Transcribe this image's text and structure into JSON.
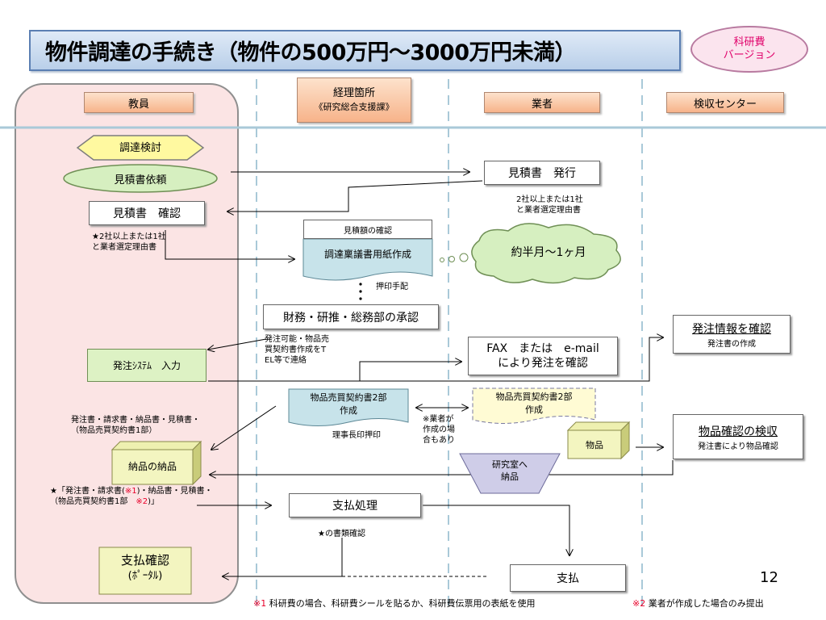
{
  "title": "物件調達の手続き（物件の500万円～3000万円未満）",
  "badge": {
    "line1": "科研費",
    "line2": "バージョン"
  },
  "lanes": {
    "faculty": "教員",
    "accounting_line1": "経理箇所",
    "accounting_line2": "《研究総合支援課》",
    "vendor": "業者",
    "inspection": "検収センター"
  },
  "faculty": {
    "procurement_review": "調達検討",
    "quote_request": "見積書依頼",
    "quote_confirm": "見積書　確認",
    "quote_note_line1": "★2社以上または1社",
    "quote_note_line2": "と業者選定理由書",
    "order_system": "発注ｼｽﾃﾑ　入力",
    "docs_note_line1": "発注書・請求書・納品書・見積書・",
    "docs_note_line2": "（物品売買契約書1部）",
    "delivery": "納品の納品",
    "payment_docs_line1_a": "★「発注書・請求書(",
    "payment_docs_line1_mark": "※1",
    "payment_docs_line1_b": ")・納品書・見積書・",
    "payment_docs_line2_a": "（物品売買契約書1部　",
    "payment_docs_line2_mark": "※2",
    "payment_docs_line2_b": ")」",
    "payment_confirm": "支払確認",
    "payment_confirm_sub": "(ﾎﾟｰﾀﾙ)"
  },
  "accounting": {
    "quote_amount_check": "見積額の確認",
    "approval_form": "調達稟議書用紙作成",
    "seal_arrange": "押印手配",
    "dept_approval": "財務・研推・総務部の承認",
    "notify_line1": "発注可能・物品売",
    "notify_line2": "買契約書作成をT",
    "notify_line3": "EL等で連絡",
    "contract_line1": "物品売買契約書2部",
    "contract_line2": "作成",
    "director_seal": "理事長印押印",
    "payment_process": "支払処理",
    "doc_check": "★の書類確認"
  },
  "vendor": {
    "quote_issue": "見積書　発行",
    "quote_issue_note_line1": "2社以上または1社",
    "quote_issue_note_line2": "と業者選定理由書",
    "fax_line1": "FAX　または　e-mail",
    "fax_line2": "により発注を確認",
    "contract_line1": "物品売買契約書2部",
    "contract_line2": "作成",
    "vendor_note_line1": "※業者が",
    "vendor_note_line2": "作成の場",
    "vendor_note_line3": "合もあり",
    "goods": "物品",
    "lab_line1": "研究室へ",
    "lab_line2": "納品",
    "payment": "支払"
  },
  "inspection": {
    "order_info": "発注情報を確認",
    "order_info_sub": "発注書の作成",
    "goods_check": "物品確認の検収",
    "goods_check_sub": "発注書により物品確認"
  },
  "cloud": "約半月～1ヶ月",
  "footnote1_mark": "※1",
  "footnote1_text": "科研費の場合、科研費シールを貼るか、科研費伝票用の表紙を使用",
  "footnote2_mark": "※2",
  "footnote2_text": "業者が作成した場合のみ提出",
  "page_number": "12",
  "colors": {
    "accent_red": "#e8002a",
    "title_blue": "#c6d9f1",
    "lane_pink": "#fbe4e4"
  }
}
